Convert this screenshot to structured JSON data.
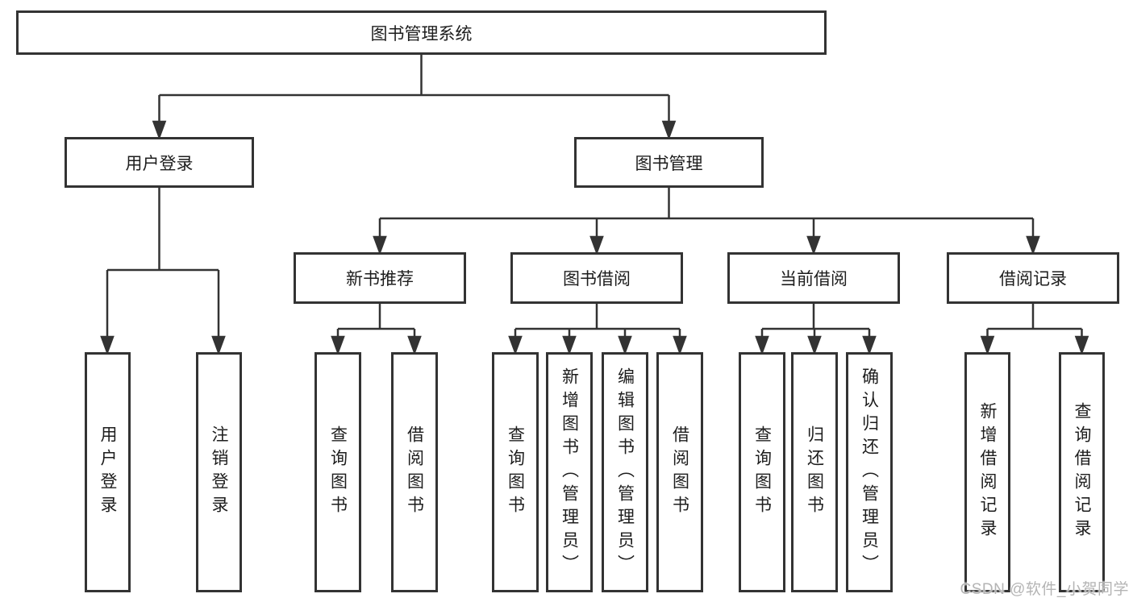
{
  "diagram": {
    "root": {
      "label": "图书管理系统"
    },
    "level2": [
      {
        "label": "用户登录"
      },
      {
        "label": "图书管理"
      }
    ],
    "level3": [
      {
        "label": "新书推荐"
      },
      {
        "label": "图书借阅"
      },
      {
        "label": "当前借阅"
      },
      {
        "label": "借阅记录"
      }
    ],
    "leaves": {
      "user_login": [
        "用户登录",
        "注销登录"
      ],
      "new_book": [
        "查询图书",
        "借阅图书"
      ],
      "book_borrow": [
        "查询图书",
        "新增图书（管理员）",
        "编辑图书（管理员）",
        "借阅图书"
      ],
      "current_borrow": [
        "查询图书",
        "归还图书",
        "确认归还（管理员）"
      ],
      "borrow_record": [
        "新增借阅记录",
        "查询借阅记录"
      ]
    },
    "watermark": "CSDN @软件_小贺同学",
    "colors": {
      "line": "#333333",
      "box_border": "#333333",
      "text": "#1d1d1d",
      "background": "#ffffff",
      "watermark": "#b4b4b4"
    }
  }
}
